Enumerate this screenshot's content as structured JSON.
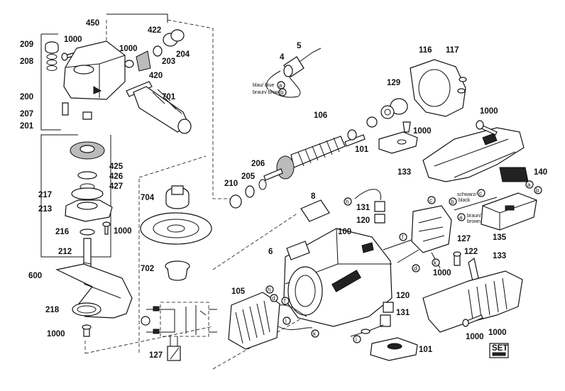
{
  "labels": {
    "l450": "450",
    "l209": "209",
    "l1000a": "1000",
    "l208": "208",
    "l200": "200",
    "l207": "207",
    "l201": "201",
    "l1000b": "1000",
    "l422": "422",
    "l204": "204",
    "l203": "203",
    "l420": "420",
    "l701": "701",
    "l5": "5",
    "l4": "4",
    "l116": "116",
    "l117": "117",
    "l129": "129",
    "l106": "106",
    "l1000c": "1000",
    "l101a": "101",
    "l1000d": "1000",
    "l133a": "133",
    "l140": "140",
    "l425": "425",
    "l426": "426",
    "l427": "427",
    "l217": "217",
    "l213": "213",
    "l216": "216",
    "l1000e": "1000",
    "l212": "212",
    "l600": "600",
    "l218": "218",
    "l1000f": "1000",
    "l704": "704",
    "l702": "702",
    "l206": "206",
    "l205": "205",
    "l210": "210",
    "l8": "8",
    "l131a": "131",
    "l120a": "120",
    "l100": "100",
    "l6": "6",
    "l127a": "127",
    "l135": "135",
    "l122": "122",
    "l133b": "133",
    "l1000g": "1000",
    "l105": "105",
    "l120b": "120",
    "l131b": "131",
    "l1000h": "1000",
    "l1000i": "1000",
    "l101b": "101",
    "l127b": "127"
  },
  "wire_text": {
    "blau_blue": "blau/ blue",
    "braun_brown": "braun/ brown",
    "schwarz_black_1": "schwarz/",
    "schwarz_black_2": "black",
    "braun_brown_2a": "braun/",
    "braun_brown_2b": "brown"
  },
  "letters": {
    "a": "a",
    "b": "b",
    "c": "c",
    "d": "d",
    "f": "f",
    "h": "h",
    "i": "i",
    "k": "k"
  },
  "set_badge": "SET"
}
